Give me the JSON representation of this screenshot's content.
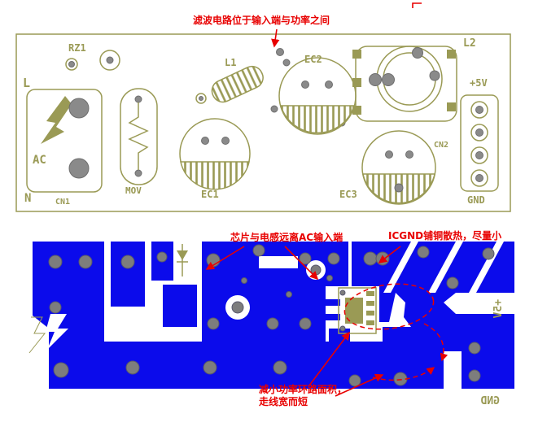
{
  "annotations": {
    "filter_note": "滤波电路位于输入端与功率之间",
    "chip_note": "芯片与电感远离AC输入端",
    "icgnd_note": "ICGND铺铜散热，尽量小",
    "loop_note_line1": "减小功率环路面积，",
    "loop_note_line2": "走线宽而短"
  },
  "top_board": {
    "labels": {
      "rz1": "RZ1",
      "l": "L",
      "ac": "AC",
      "n": "N",
      "cn1": "CN1",
      "mov": "MOV",
      "l1": "L1",
      "ec1": "EC1",
      "ec2": "EC2",
      "ec3": "EC3",
      "l2": "L2",
      "plus5v": "+5V",
      "cn2": "CN2",
      "gnd": "GND"
    }
  },
  "bottom_board": {
    "mirrored_labels": {
      "plus5v": "+5V",
      "gnd": "GND"
    }
  },
  "colors": {
    "silkscreen": "#9a9a55",
    "copper": "#0b0beb",
    "pad": "#8a8a8a",
    "annotation": "#e80000"
  }
}
